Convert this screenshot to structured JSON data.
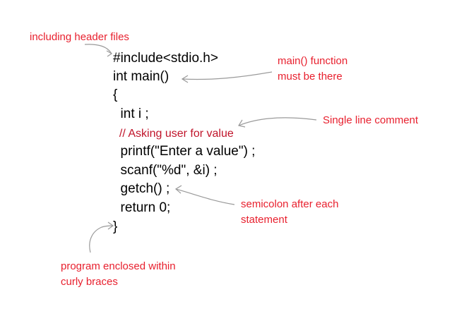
{
  "code_lines": [
    "#include<stdio.h>",
    "int main()",
    "{",
    "  int i ;",
    "  // Asking user for value",
    "  printf(\"Enter a value\") ;",
    "  scanf(\"%d\", &i) ;",
    "  getch() ;",
    "  return 0;",
    "}"
  ],
  "annotations": {
    "header": "including header files",
    "main": "main() function\nmust be there",
    "comment": "Single line comment",
    "semicolon": "semicolon after each\nstatement",
    "braces": "program enclosed within\ncurly braces"
  },
  "colors": {
    "code": "#000000",
    "annotation": "#e8202e",
    "comment": "#c0142a",
    "arrow": "#9a9a9a"
  }
}
